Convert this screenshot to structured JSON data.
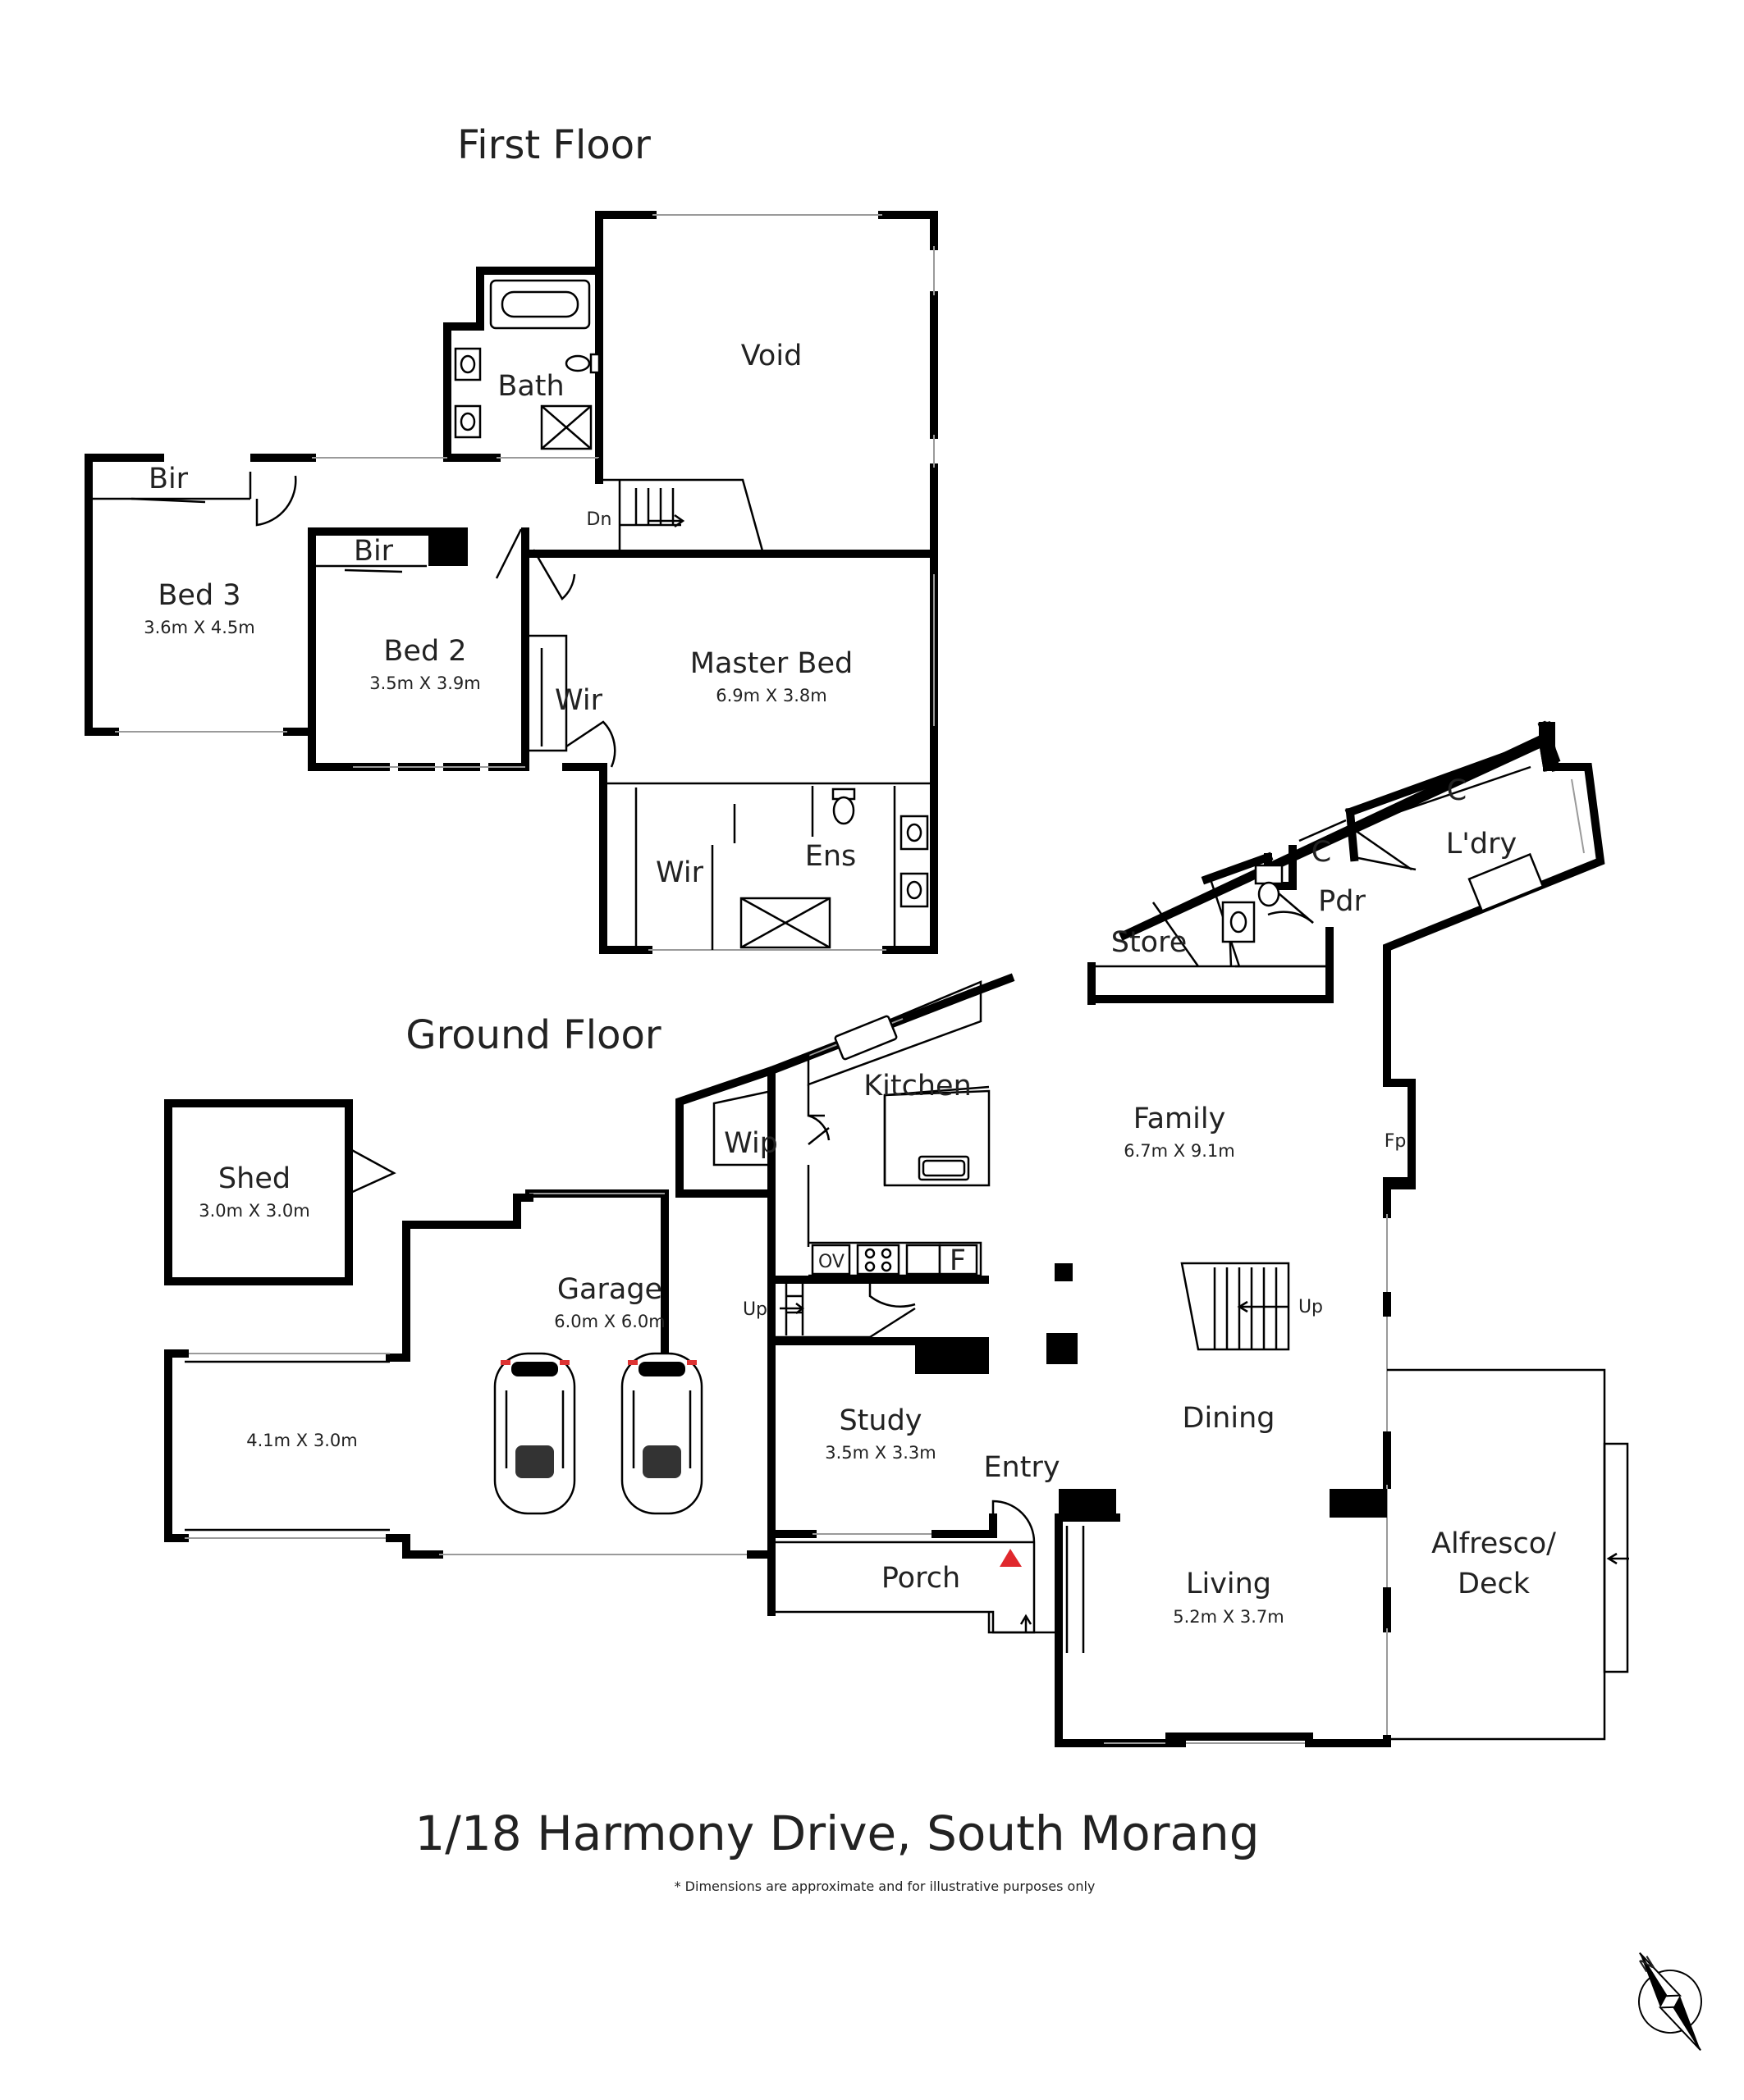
{
  "headings": {
    "first_floor": "First Floor",
    "ground_floor": "Ground Floor"
  },
  "rooms": {
    "void": {
      "name": "Void"
    },
    "bath": {
      "name": "Bath"
    },
    "bir_bed3": {
      "name": "Bir"
    },
    "bir_bed2": {
      "name": "Bir"
    },
    "bed3": {
      "name": "Bed 3",
      "size": "3.6m X 4.5m"
    },
    "bed2": {
      "name": "Bed 2",
      "size": "3.5m X 3.9m"
    },
    "master_bed": {
      "name": "Master Bed",
      "size": "6.9m X 3.8m"
    },
    "wir_upper": {
      "name": "Wir"
    },
    "wir_lower": {
      "name": "Wir"
    },
    "ens": {
      "name": "Ens"
    },
    "store": {
      "name": "Store"
    },
    "pdr": {
      "name": "Pdr"
    },
    "ldry": {
      "name": "L'dry"
    },
    "c1": {
      "name": "C"
    },
    "c2": {
      "name": "C"
    },
    "kitchen": {
      "name": "Kitchen"
    },
    "family": {
      "name": "Family",
      "size": "6.7m X 9.1m"
    },
    "wip": {
      "name": "Wip"
    },
    "shed": {
      "name": "Shed",
      "size": "3.0m X 3.0m"
    },
    "garage": {
      "name": "Garage",
      "size": "6.0m X 6.0m"
    },
    "carport": {
      "size": "4.1m X 3.0m"
    },
    "study": {
      "name": "Study",
      "size": "3.5m X 3.3m"
    },
    "entry": {
      "name": "Entry"
    },
    "porch": {
      "name": "Porch"
    },
    "dining": {
      "name": "Dining"
    },
    "living": {
      "name": "Living",
      "size": "5.2m X 3.7m"
    },
    "alfresco_line1": {
      "name": "Alfresco/"
    },
    "alfresco_line2": {
      "name": "Deck"
    },
    "fp": {
      "name": "Fp"
    }
  },
  "stairs": {
    "down": "Dn",
    "up_main": "Up",
    "up_garage": "Up"
  },
  "appliances": {
    "oven": "OV",
    "fridge": "F"
  },
  "address": "1/18 Harmony Drive, South Morang",
  "disclaimer": "* Dimensions are approximate and for illustrative purposes only",
  "compass": {
    "north_label": "N"
  }
}
